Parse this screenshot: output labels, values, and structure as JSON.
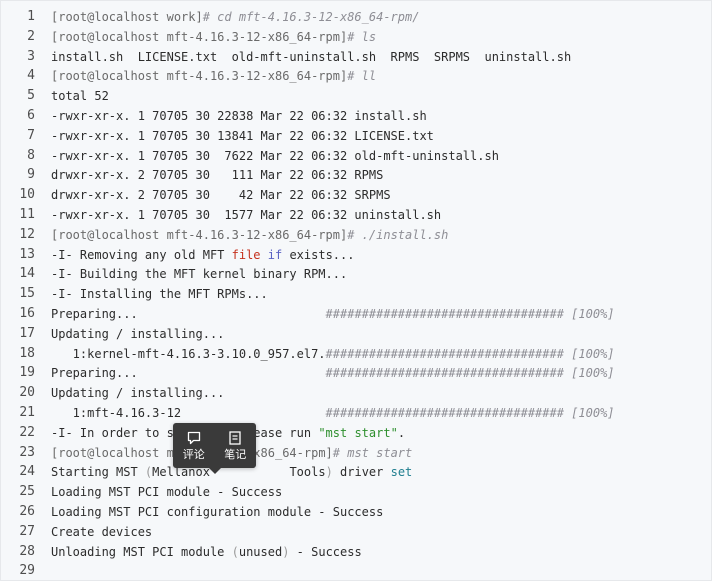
{
  "lines": [
    {
      "n": "1",
      "segs": [
        {
          "t": "[root@localhost work]",
          "c": "prompt"
        },
        {
          "t": "# cd mft-4.16.3-12-x86_64-rpm/",
          "c": "cmd"
        }
      ]
    },
    {
      "n": "2",
      "segs": [
        {
          "t": "[root@localhost mft-4.16.3-12-x86_64-rpm]",
          "c": "prompt"
        },
        {
          "t": "# ls",
          "c": "cmd"
        }
      ]
    },
    {
      "n": "3",
      "segs": [
        {
          "t": "install.sh  LICENSE.txt  old-mft-uninstall.sh  RPMS  SRPMS  uninstall.sh",
          "c": ""
        }
      ]
    },
    {
      "n": "4",
      "segs": [
        {
          "t": "[root@localhost mft-4.16.3-12-x86_64-rpm]",
          "c": "prompt"
        },
        {
          "t": "# ll",
          "c": "cmd"
        }
      ]
    },
    {
      "n": "5",
      "segs": [
        {
          "t": "total 52",
          "c": ""
        }
      ]
    },
    {
      "n": "6",
      "segs": [
        {
          "t": "-rwxr-xr-x. 1 70705 30 22838 Mar 22 06:32 install.sh",
          "c": ""
        }
      ]
    },
    {
      "n": "7",
      "segs": [
        {
          "t": "-rwxr-xr-x. 1 70705 30 13841 Mar 22 06:32 LICENSE.txt",
          "c": ""
        }
      ]
    },
    {
      "n": "8",
      "segs": [
        {
          "t": "-rwxr-xr-x. 1 70705 30  7622 Mar 22 06:32 old-mft-uninstall.sh",
          "c": ""
        }
      ]
    },
    {
      "n": "9",
      "segs": [
        {
          "t": "drwxr-xr-x. 2 70705 30   111 Mar 22 06:32 RPMS",
          "c": ""
        }
      ]
    },
    {
      "n": "10",
      "segs": [
        {
          "t": "drwxr-xr-x. 2 70705 30    42 Mar 22 06:32 SRPMS",
          "c": ""
        }
      ]
    },
    {
      "n": "11",
      "segs": [
        {
          "t": "-rwxr-xr-x. 1 70705 30  1577 Mar 22 06:32 uninstall.sh",
          "c": ""
        }
      ]
    },
    {
      "n": "12",
      "segs": [
        {
          "t": "[root@localhost mft-4.16.3-12-x86_64-rpm]",
          "c": "prompt"
        },
        {
          "t": "# ./install.sh",
          "c": "cmd"
        }
      ]
    },
    {
      "n": "13",
      "segs": [
        {
          "t": "-I- Removing any old MFT ",
          "c": ""
        },
        {
          "t": "file",
          "c": "kw-file"
        },
        {
          "t": " ",
          "c": ""
        },
        {
          "t": "if",
          "c": "kw-if"
        },
        {
          "t": " exists...",
          "c": ""
        }
      ]
    },
    {
      "n": "14",
      "segs": [
        {
          "t": "-I- Building the MFT kernel binary RPM...",
          "c": ""
        }
      ]
    },
    {
      "n": "15",
      "segs": [
        {
          "t": "-I- Installing the MFT RPMs...",
          "c": ""
        }
      ]
    },
    {
      "n": "16",
      "segs": [
        {
          "t": "Preparing...                          ",
          "c": ""
        },
        {
          "t": "################################# [100%]",
          "c": "hash"
        }
      ]
    },
    {
      "n": "17",
      "segs": [
        {
          "t": "Updating / installing...",
          "c": ""
        }
      ]
    },
    {
      "n": "18",
      "segs": [
        {
          "t": "   1:kernel-mft-4.16.3-3.10.0_957.el7.",
          "c": ""
        },
        {
          "t": "################################# [100%]",
          "c": "hash"
        }
      ]
    },
    {
      "n": "19",
      "segs": [
        {
          "t": "Preparing...                          ",
          "c": ""
        },
        {
          "t": "################################# [100%]",
          "c": "hash"
        }
      ]
    },
    {
      "n": "20",
      "segs": [
        {
          "t": "Updating / installing...",
          "c": ""
        }
      ]
    },
    {
      "n": "21",
      "segs": [
        {
          "t": "   1:mft-4.16.3-12                    ",
          "c": ""
        },
        {
          "t": "################################# [100%]",
          "c": "hash"
        }
      ]
    },
    {
      "n": "22",
      "segs": [
        {
          "t": "-I- In order to st",
          "c": ""
        },
        {
          "t": "          ",
          "c": ""
        },
        {
          "t": "ease run ",
          "c": ""
        },
        {
          "t": "\"mst start\"",
          "c": "str"
        },
        {
          "t": ".",
          "c": ""
        }
      ]
    },
    {
      "n": "23",
      "segs": [
        {
          "t": "[root@localhost mf",
          "c": "prompt"
        },
        {
          "t": "          ",
          "c": ""
        },
        {
          "t": "x86_64-rpm]",
          "c": "prompt"
        },
        {
          "t": "# mst start",
          "c": "cmd"
        }
      ]
    },
    {
      "n": "24",
      "segs": [
        {
          "t": "Starting MST ",
          "c": ""
        },
        {
          "t": "(",
          "c": "dim"
        },
        {
          "t": "Mellanox ",
          "c": ""
        },
        {
          "t": "          ",
          "c": ""
        },
        {
          "t": "Tools",
          "c": ""
        },
        {
          "t": ")",
          "c": "dim"
        },
        {
          "t": " driver ",
          "c": ""
        },
        {
          "t": "set",
          "c": "kw-set"
        }
      ]
    },
    {
      "n": "25",
      "segs": [
        {
          "t": "Loading MST PCI module - Success",
          "c": ""
        }
      ]
    },
    {
      "n": "26",
      "segs": [
        {
          "t": "Loading MST PCI configuration module - Success",
          "c": ""
        }
      ]
    },
    {
      "n": "27",
      "segs": [
        {
          "t": "Create devices",
          "c": ""
        }
      ]
    },
    {
      "n": "28",
      "segs": [
        {
          "t": "Unloading MST PCI module ",
          "c": ""
        },
        {
          "t": "(",
          "c": "dim"
        },
        {
          "t": "unused",
          "c": ""
        },
        {
          "t": ")",
          "c": "dim"
        },
        {
          "t": " - Success",
          "c": ""
        }
      ]
    },
    {
      "n": "29",
      "segs": []
    }
  ],
  "popup": {
    "comment_label": "评论",
    "comment_icon": "comment-icon",
    "note_label": "笔记",
    "note_icon": "note-icon"
  }
}
